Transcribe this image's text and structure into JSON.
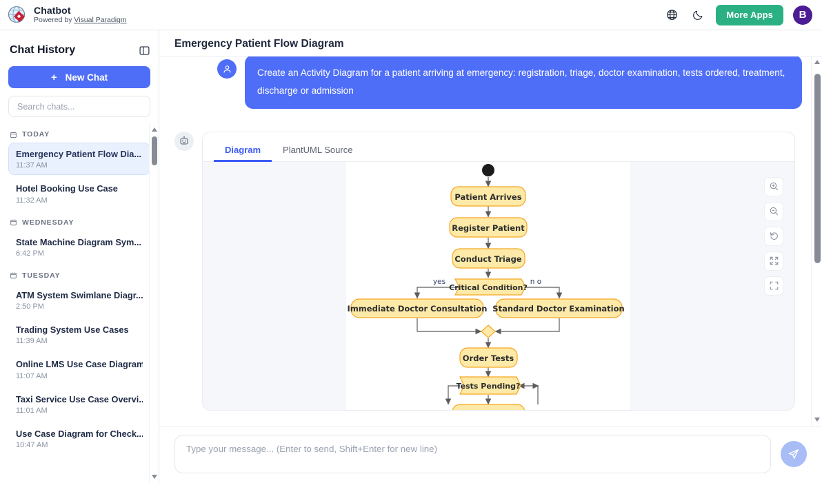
{
  "header": {
    "title": "Chatbot",
    "powered_by_prefix": "Powered by",
    "powered_by_link": "Visual Paradigm",
    "logo_icon": "globe-diamond-logo",
    "language_icon": "globe-icon",
    "theme_icon": "moon-icon",
    "more_apps_label": "More Apps",
    "avatar_initial": "B",
    "accent_green": "#2bb083",
    "accent_purple": "#4c1d95"
  },
  "sidebar": {
    "title": "Chat History",
    "collapse_icon": "panel-toggle-icon",
    "new_chat_label": "New Chat",
    "new_chat_icon": "plus-icon",
    "search_placeholder": "Search chats...",
    "accent_blue": "#4f6ef7",
    "groups": [
      {
        "label": "TODAY",
        "icon": "calendar-icon",
        "items": [
          {
            "title": "Emergency Patient Flow Dia...",
            "time": "11:37 AM",
            "active": true
          },
          {
            "title": "Hotel Booking Use Case",
            "time": "11:32 AM",
            "active": false
          }
        ]
      },
      {
        "label": "WEDNESDAY",
        "icon": "calendar-icon",
        "items": [
          {
            "title": "State Machine Diagram Sym...",
            "time": "6:42 PM",
            "active": false
          }
        ]
      },
      {
        "label": "TUESDAY",
        "icon": "calendar-icon",
        "items": [
          {
            "title": "ATM System Swimlane Diagr...",
            "time": "2:50 PM",
            "active": false
          },
          {
            "title": "Trading System Use Cases",
            "time": "11:39 AM",
            "active": false
          },
          {
            "title": "Online LMS Use Case Diagram",
            "time": "11:07 AM",
            "active": false
          },
          {
            "title": "Taxi Service Use Case Overvi...",
            "time": "11:01 AM",
            "active": false
          },
          {
            "title": "Use Case Diagram for Check...",
            "time": "10:47 AM",
            "active": false
          }
        ]
      }
    ]
  },
  "main": {
    "page_title": "Emergency Patient Flow Diagram",
    "user_avatar_icon": "user-icon",
    "bot_avatar_icon": "robot-icon",
    "user_message": "Create an Activity Diagram for a patient arriving at emergency: registration, triage, doctor examination, tests ordered, treatment, discharge or admission",
    "tabs": [
      {
        "label": "Diagram",
        "active": true
      },
      {
        "label": "PlantUML Source",
        "active": false
      }
    ],
    "diagram_tools": [
      {
        "name": "zoom-in-icon",
        "title": "Zoom In"
      },
      {
        "name": "zoom-out-icon",
        "title": "Zoom Out"
      },
      {
        "name": "reset-icon",
        "title": "Reset"
      },
      {
        "name": "fit-screen-icon",
        "title": "Fit Screen"
      },
      {
        "name": "fullscreen-icon",
        "title": "Fullscreen"
      }
    ]
  },
  "diagram": {
    "type": "activity-diagram",
    "node_fill": "#fdeaa8",
    "node_stroke": "#f5a623",
    "nodes": [
      {
        "id": "start",
        "type": "start",
        "label": ""
      },
      {
        "id": "n1",
        "type": "action",
        "label": "Patient Arrives"
      },
      {
        "id": "n2",
        "type": "action",
        "label": "Register Patient"
      },
      {
        "id": "n3",
        "type": "action",
        "label": "Conduct Triage"
      },
      {
        "id": "d1",
        "type": "decision",
        "label": "Critical Condition?"
      },
      {
        "id": "n4",
        "type": "action",
        "label": "Immediate Doctor Consultation"
      },
      {
        "id": "n5",
        "type": "action",
        "label": "Standard Doctor Examination"
      },
      {
        "id": "m1",
        "type": "merge",
        "label": ""
      },
      {
        "id": "n6",
        "type": "action",
        "label": "Order Tests"
      },
      {
        "id": "d2",
        "type": "decision",
        "label": "Tests Pending?"
      }
    ],
    "edge_labels": [
      {
        "from": "d1",
        "label": "yes"
      },
      {
        "from": "d1",
        "label": "no"
      }
    ]
  },
  "composer": {
    "placeholder": "Type your message... (Enter to send, Shift+Enter for new line)",
    "value": "",
    "send_icon": "send-icon"
  }
}
